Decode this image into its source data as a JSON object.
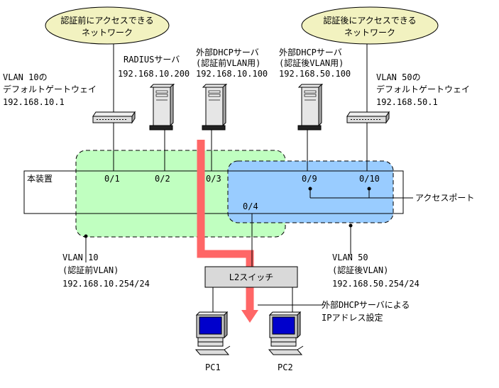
{
  "clouds": {
    "before": {
      "line1": "認証前にアクセスできる",
      "line2": "ネットワーク"
    },
    "after": {
      "line1": "認証後にアクセスできる",
      "line2": "ネットワーク"
    }
  },
  "servers": {
    "radius": {
      "line1": "RADIUSサーバ",
      "line2": "192.168.10.200"
    },
    "dhcp_before": {
      "line1": "外部DHCPサーバ",
      "line2": "(認証前VLAN用)",
      "line3": "192.168.10.100"
    },
    "dhcp_after": {
      "line1": "外部DHCPサーバ",
      "line2": "(認証後VLAN用)",
      "line3": "192.168.50.100"
    }
  },
  "gateways": {
    "vlan10": {
      "line1": "VLAN 10の",
      "line2": "デフォルトゲートウェイ",
      "line3": "192.168.10.1"
    },
    "vlan50": {
      "line1": "VLAN 50の",
      "line2": "デフォルトゲートウェイ",
      "line3": "192.168.50.1"
    }
  },
  "device": {
    "label": "本装置"
  },
  "ports": {
    "p1": "0/1",
    "p2": "0/2",
    "p3": "0/3",
    "p4": "0/4",
    "p9": "0/9",
    "p10": "0/10"
  },
  "access_port_label": "アクセスポート",
  "vlans": {
    "vlan10": {
      "line1": "VLAN 10",
      "line2": "(認証前VLAN)",
      "line3": "192.168.10.254/24"
    },
    "vlan50": {
      "line1": "VLAN 50",
      "line2": "(認証後VLAN)",
      "line3": "192.168.50.254/24"
    }
  },
  "l2switch": {
    "label": "L2スイッチ"
  },
  "dhcp_note": {
    "line1": "外部DHCPサーバによる",
    "line2": "IPアドレス設定"
  },
  "pcs": {
    "pc1": "PC1",
    "pc2": "PC2"
  },
  "colors": {
    "cloud_fill": "#f2f2c0",
    "vlan10_fill": "#c0ffc0",
    "vlan50_fill": "#99ccff",
    "dhcp_path": "#ff6666",
    "l2switch_fill": "#d9d9d9",
    "screen_blue": "#0000cc"
  }
}
